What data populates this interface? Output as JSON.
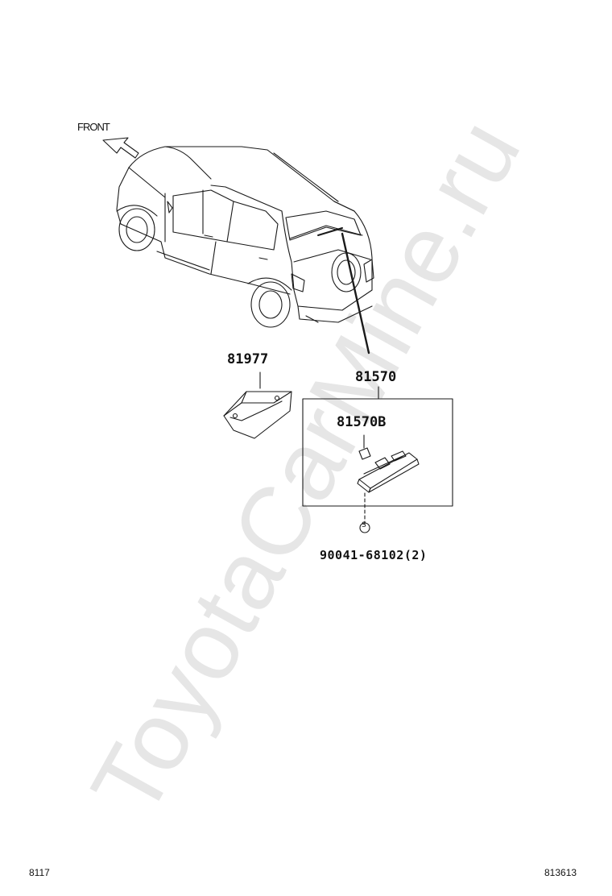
{
  "watermark": "ToyotaCarMine.ru",
  "direction_label": "FRONT",
  "parts": {
    "part1": "81977",
    "part2": "81570",
    "part3": "81570B",
    "part4": "90041-68102(2)"
  },
  "bolt_symbol": "S",
  "footer": {
    "left": "8117",
    "right": "813613"
  }
}
